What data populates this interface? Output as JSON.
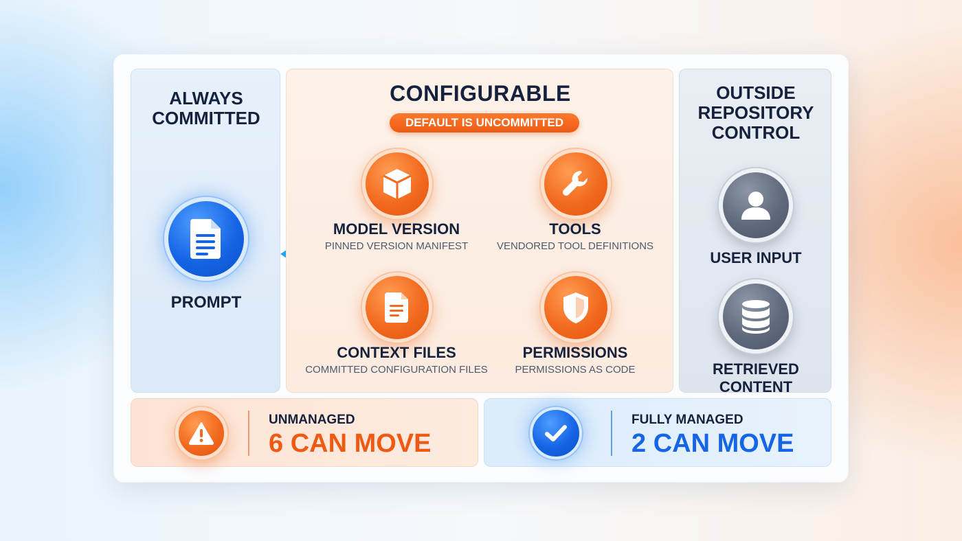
{
  "columns": {
    "always": {
      "title": "Always Committed",
      "item": {
        "label": "Prompt",
        "icon": "document-icon"
      }
    },
    "configurable": {
      "title": "Configurable",
      "badge": "Default is uncommitted",
      "items": [
        {
          "label": "Model Version",
          "sublabel": "Pinned version manifest",
          "icon": "cube-icon"
        },
        {
          "label": "Tools",
          "sublabel": "Vendored tool definitions",
          "icon": "wrench-icon"
        },
        {
          "label": "Context Files",
          "sublabel": "Committed configuration files",
          "icon": "file-icon"
        },
        {
          "label": "Permissions",
          "sublabel": "Permissions as code",
          "icon": "shield-icon"
        }
      ]
    },
    "outside": {
      "title": "Outside Repository Control",
      "items": [
        {
          "label": "User Input",
          "icon": "user-icon"
        },
        {
          "label": "Retrieved Content",
          "icon": "database-icon"
        }
      ]
    }
  },
  "summary": {
    "unmanaged": {
      "label": "Unmanaged",
      "value": "6 can move",
      "icon": "warning-icon",
      "color": "#ee5a14"
    },
    "managed": {
      "label": "Fully Managed",
      "value": "2 can move",
      "icon": "check-icon",
      "color": "#1565e6"
    }
  },
  "colors": {
    "orange": "#f26a1e",
    "blue": "#1565e6",
    "gray": "#5f6a7c",
    "connector": "#1ea7f0"
  }
}
